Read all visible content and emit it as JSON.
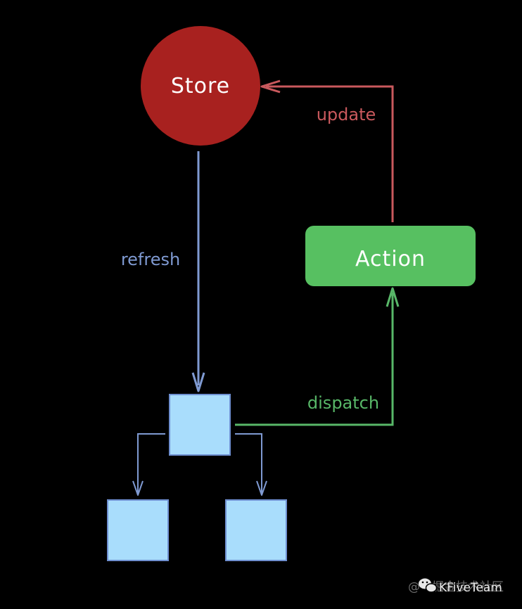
{
  "nodes": {
    "store": {
      "label": "Store",
      "color": "#A8211F"
    },
    "action": {
      "label": "Action",
      "color": "#57C061"
    }
  },
  "edges": {
    "refresh": {
      "label": "refresh",
      "color": "#7F9AD2"
    },
    "update": {
      "label": "update",
      "color": "#C9595D"
    },
    "dispatch": {
      "label": "dispatch",
      "color": "#58B768"
    }
  },
  "components": {
    "fill": "#A9DDFC",
    "stroke": "#6E8FD0"
  },
  "watermark": {
    "prefix": "@",
    "faded_text": "掘金技术社区",
    "brand": "KFiveTeam",
    "icon": "wechat-icon"
  }
}
